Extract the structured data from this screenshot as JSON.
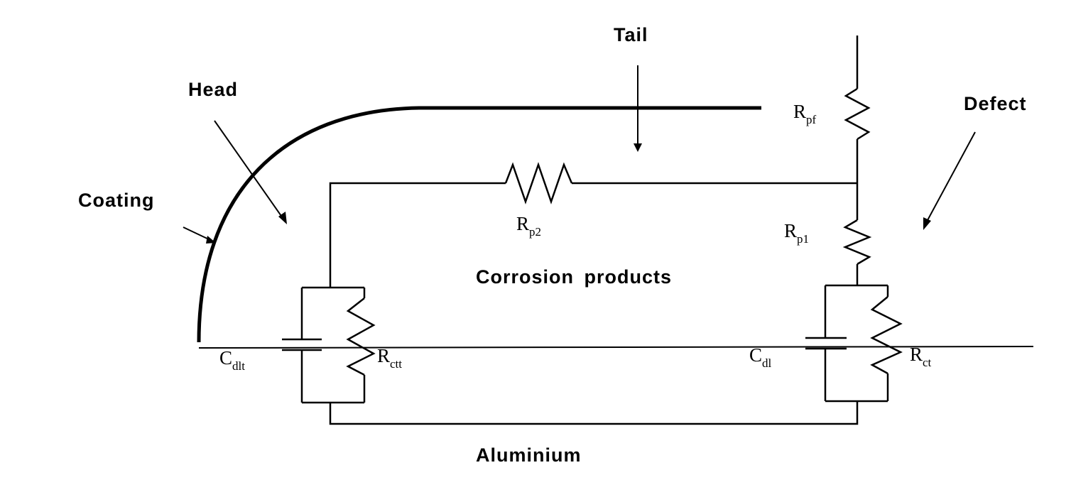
{
  "labels": {
    "tail": "Tail",
    "head": "Head",
    "defect": "Defect",
    "coating": "Coating",
    "corrosion_products": "Corrosion products",
    "aluminium": "Aluminium"
  },
  "components": {
    "rpf": {
      "main": "R",
      "sub": "pf"
    },
    "rp2": {
      "main": "R",
      "sub": "p2"
    },
    "rp1": {
      "main": "R",
      "sub": "p1"
    },
    "cdlt": {
      "main": "C",
      "sub": "dlt"
    },
    "rctt": {
      "main": "R",
      "sub": "ctt"
    },
    "cdl": {
      "main": "C",
      "sub": "dl"
    },
    "rct": {
      "main": "R",
      "sub": "ct"
    }
  }
}
